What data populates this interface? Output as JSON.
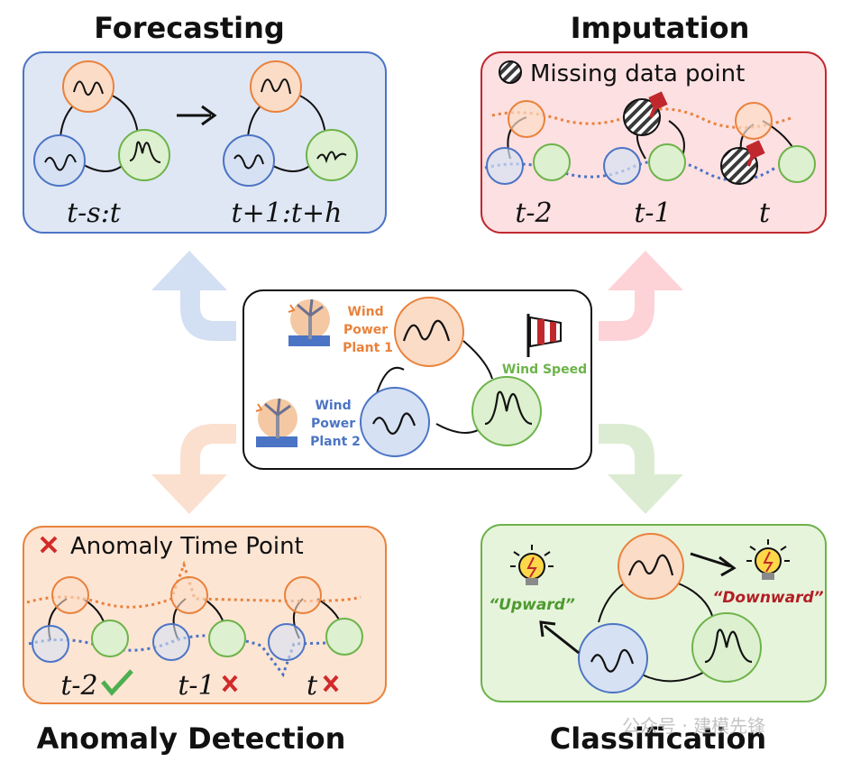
{
  "titles": {
    "forecasting": "Forecasting",
    "imputation": "Imputation",
    "anomaly_detection": "Anomaly Detection",
    "classification": "Classification"
  },
  "forecasting": {
    "left_label": "t-s:t",
    "right_label": "t+1:t+h"
  },
  "imputation": {
    "legend": "Missing data point",
    "labels": [
      "t-2",
      "t-1",
      "t"
    ]
  },
  "anomaly": {
    "legend": "Anomaly Time Point",
    "labels": [
      "t-2",
      "t-1",
      "t"
    ]
  },
  "classification": {
    "upward": "“Upward”",
    "downward": "“Downward”"
  },
  "center": {
    "plant1": [
      "Wind",
      "Power",
      "Plant 1"
    ],
    "plant2": [
      "Wind",
      "Power",
      "Plant 2"
    ],
    "wind_speed": "Wind Speed"
  },
  "watermark": "公众号 · 建模先锋",
  "colors": {
    "orange": "#e9823c",
    "blue": "#4c74c4",
    "green": "#6db34a",
    "red": "#c0282d",
    "orange_fill": "#fbdcc6",
    "blue_fill": "#d6e1f3",
    "green_fill": "#ddf0cf"
  }
}
